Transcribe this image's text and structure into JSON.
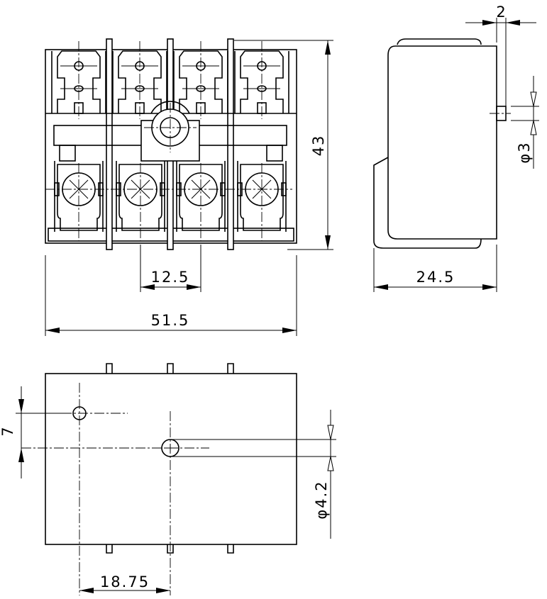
{
  "views": {
    "front": {
      "name": "front-view"
    },
    "side": {
      "name": "side-view"
    },
    "bottom": {
      "name": "bottom-view"
    }
  },
  "dimensions": {
    "height": "43",
    "pitch": "12.5",
    "width": "51.5",
    "depth": "24.5",
    "pin_length": "2",
    "pin_diameter": "φ3",
    "hole_offset": "7",
    "hole_diameter": "φ4.2",
    "hole_spacing": "18.75"
  }
}
